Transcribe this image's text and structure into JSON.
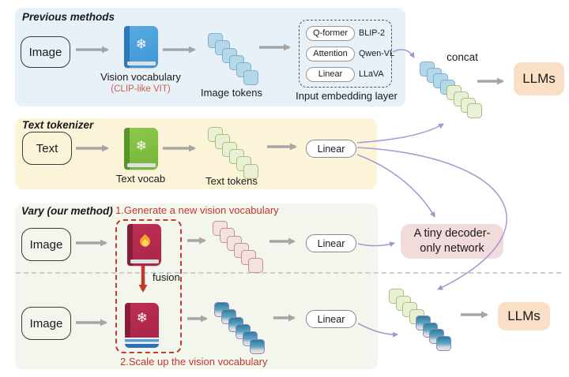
{
  "icons": {
    "snowflake": "❄"
  },
  "colors": {
    "band_previous": "#e9f1f8",
    "band_text": "#fcf4d9",
    "band_vary": "#f3f6ed",
    "accent_red": "#c0392b",
    "clip_red": "#cd5f50",
    "purple_arrow": "#a99ad2",
    "gray_arrow": "#a6a6a6",
    "llm_peach": "#f8dfc6",
    "decoder_pink": "#f1dbdb",
    "book_blue": "#3f95d4",
    "book_green": "#74b437",
    "book_red": "#a92547",
    "token_blue": "#b4d8ea",
    "token_green": "#e9f0d6",
    "token_pink": "#f3e2e1",
    "token_bluegrad_top": "#2c7c9e"
  },
  "band_previous": {
    "title": "Previous methods",
    "input_label": "Image",
    "book_label": "Vision vocabulary",
    "book_sublabel": "(CLIP-like VIT)",
    "tokens_label": "Image tokens",
    "embedding": {
      "rows": [
        {
          "pill": "Q-former",
          "model": "BLIP-2"
        },
        {
          "pill": "Attention",
          "model": "Qwen-VL"
        },
        {
          "pill": "Linear",
          "model": "LLaVA"
        }
      ],
      "caption": "Input embedding layer"
    },
    "concat_label": "concat",
    "llm_label": "LLMs"
  },
  "band_text": {
    "title": "Text tokenizer",
    "input_label": "Text",
    "book_label": "Text vocab",
    "tokens_label": "Text tokens",
    "linear_label": "Linear"
  },
  "band_vary": {
    "title": "Vary (our method)",
    "step1_caption": "1.Generate a new vision vocabulary",
    "step2_caption": "2.Scale up the vision vocabulary",
    "row1_input": "Image",
    "row2_input": "Image",
    "row1_linear": "Linear",
    "row2_linear": "Linear",
    "fusion_label": "fusion",
    "decoder_label": "A tiny decoder-only network",
    "llm_label": "LLMs"
  },
  "cascades": {
    "image_tokens": {
      "segments": [
        {
          "count": 6,
          "color": "blue"
        }
      ]
    },
    "text_tokens": {
      "segments": [
        {
          "count": 6,
          "color": "green"
        }
      ]
    },
    "concat_tokens": {
      "dx": 8.6,
      "dy": 7.6,
      "segments": [
        {
          "count": 4,
          "color": "blue"
        },
        {
          "count": 4,
          "color": "green"
        }
      ]
    },
    "new_vocab_tokens": {
      "segments": [
        {
          "count": 6,
          "color": "pink"
        }
      ]
    },
    "scaled_tokens": {
      "segments": [
        {
          "count": 6,
          "color": "bluegrad"
        }
      ]
    },
    "final_tokens": {
      "dx": 8.5,
      "dy": 8.5,
      "segments": [
        {
          "count": 4,
          "color": "green"
        },
        {
          "count": 4,
          "color": "bluegrad"
        }
      ]
    }
  }
}
